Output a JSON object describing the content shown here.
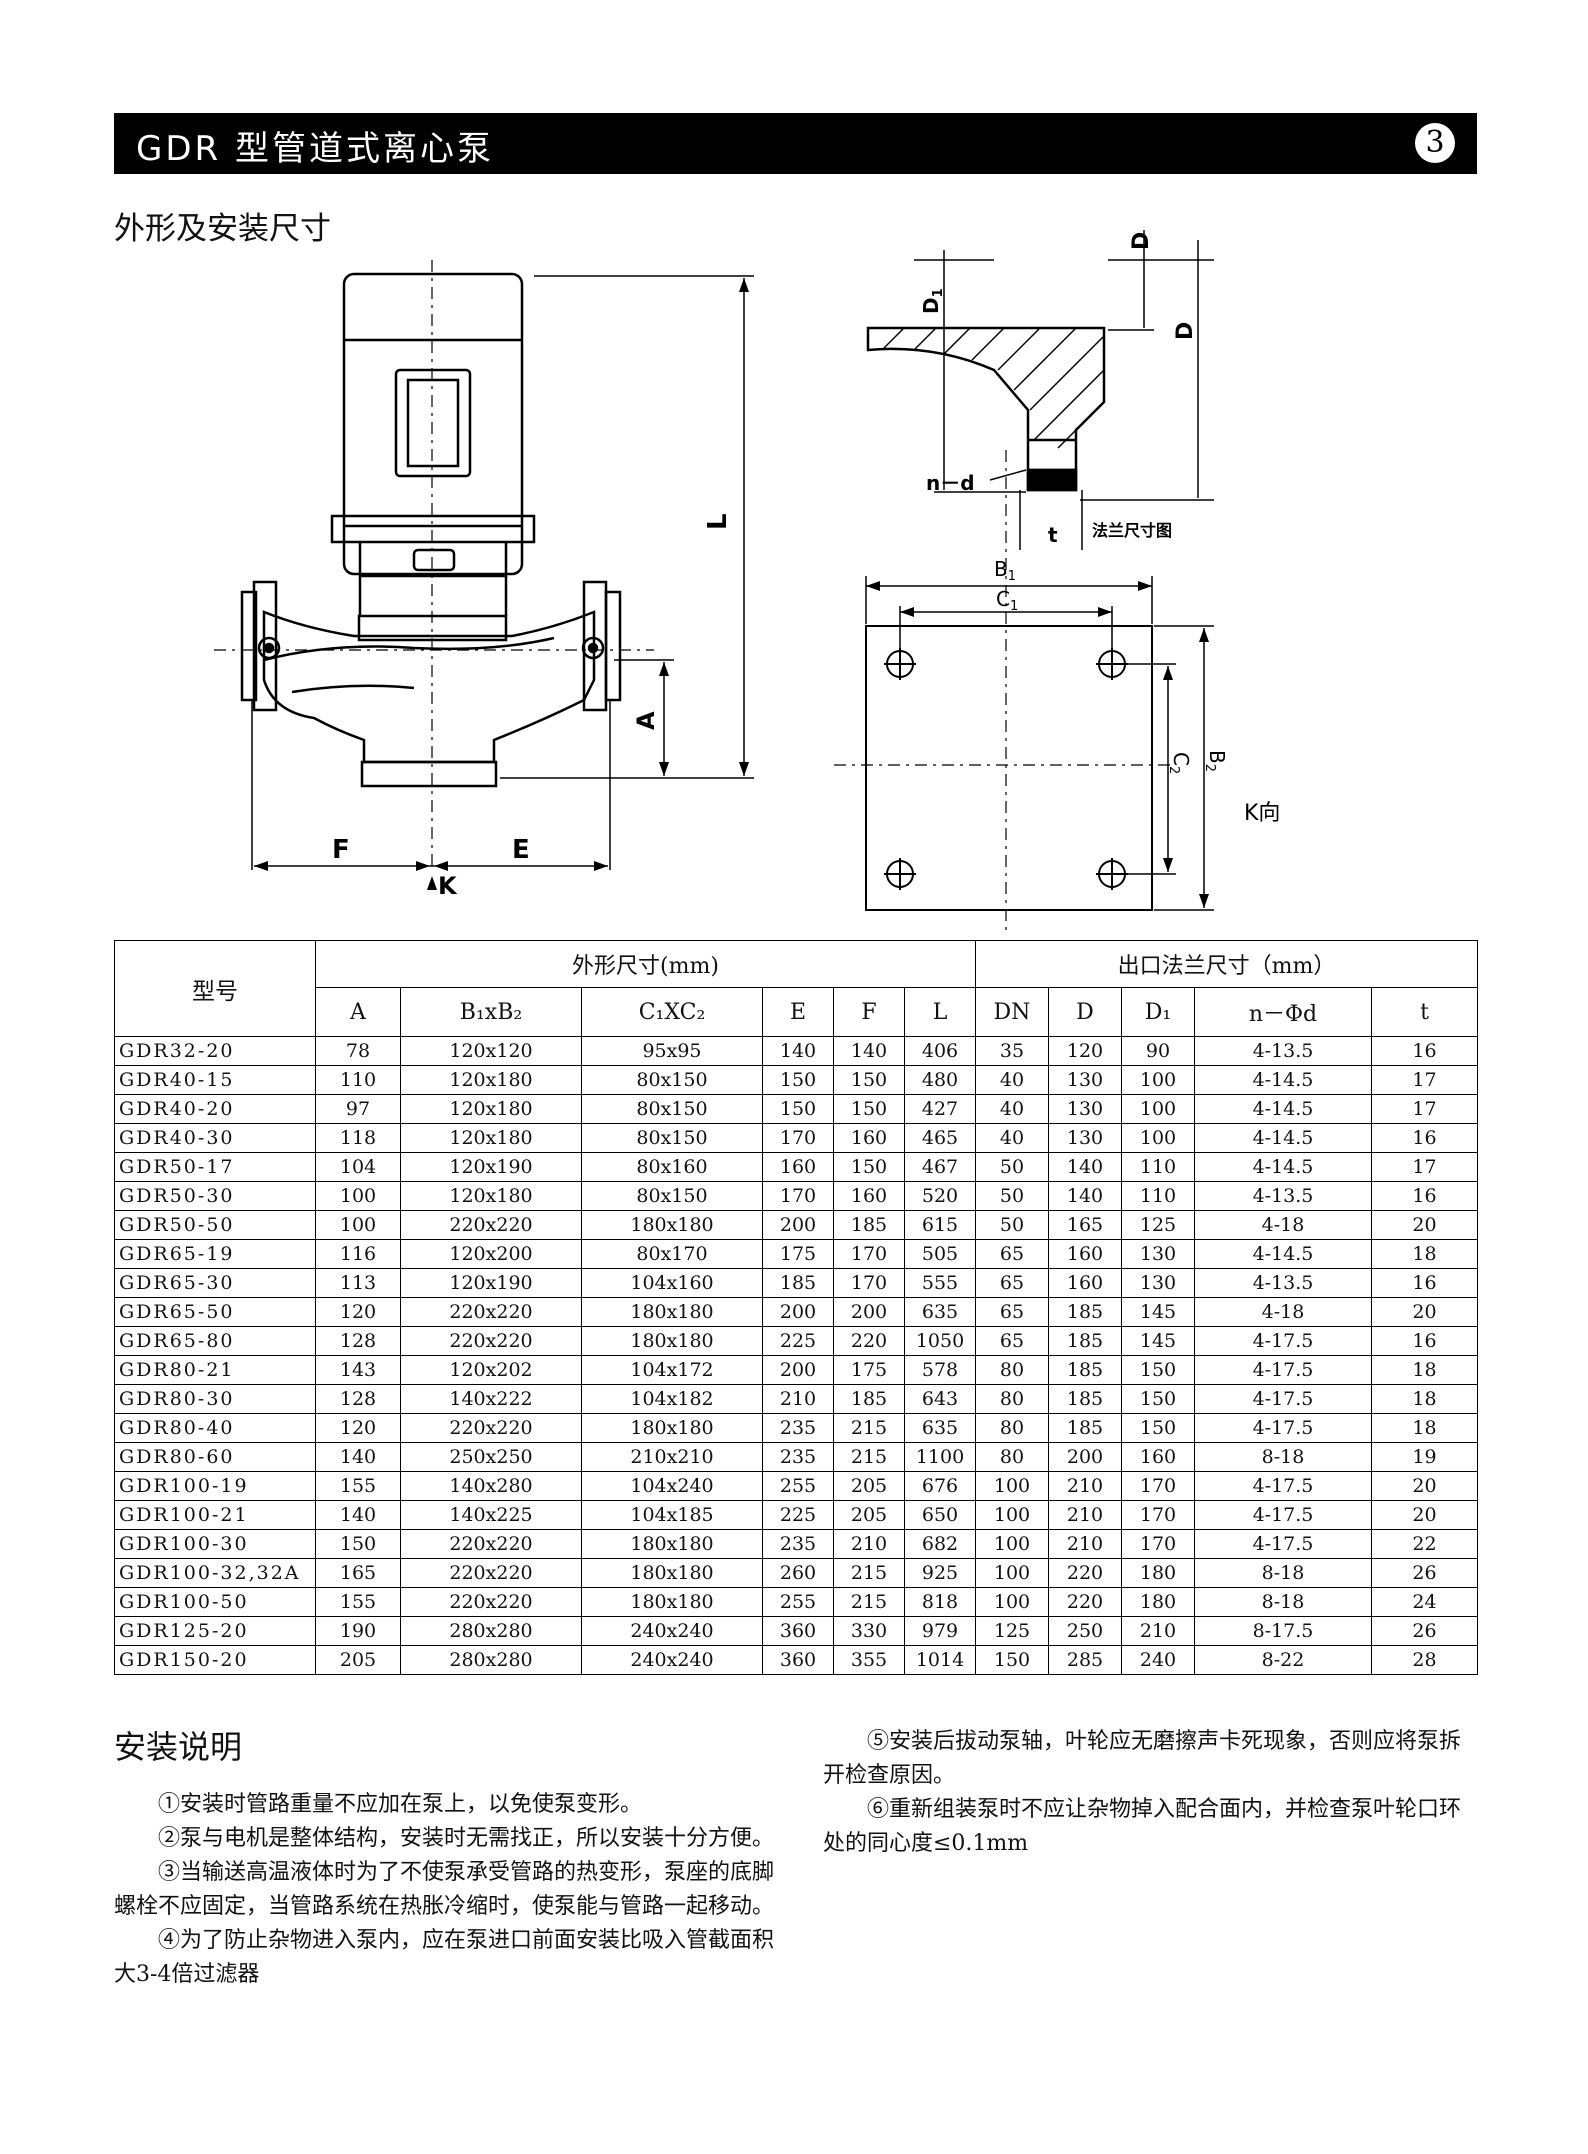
{
  "header": {
    "title": "GDR 型管道式离心泵",
    "page_number": "3"
  },
  "section_title": "外形及安装尺寸",
  "drawing_labels": {
    "L": "L",
    "A": "A",
    "F": "F",
    "E": "E",
    "K": "K",
    "DN": "DN",
    "D": "D",
    "D1": "D",
    "D1_sub": "1",
    "nd": "n－d",
    "t": "t",
    "flange_caption": "法兰尺寸图",
    "B1": "B",
    "B1_sub": "1",
    "C1": "C",
    "C1_sub": "1",
    "C2": "C",
    "C2_sub": "2",
    "B2": "B",
    "B2_sub": "2",
    "k_view": "K向"
  },
  "table": {
    "model_header": "型号",
    "group1_header": "外形尺寸(mm)",
    "group2_header": "出口法兰尺寸（mm）",
    "columns": [
      "A",
      "B₁xB₂",
      "C₁XC₂",
      "E",
      "F",
      "L",
      "DN",
      "D",
      "D₁",
      "n－Φd",
      "t"
    ],
    "rows": [
      [
        "GDR32-20",
        "78",
        "120x120",
        "95x95",
        "140",
        "140",
        "406",
        "35",
        "120",
        "90",
        "4-13.5",
        "16"
      ],
      [
        "GDR40-15",
        "110",
        "120x180",
        "80x150",
        "150",
        "150",
        "480",
        "40",
        "130",
        "100",
        "4-14.5",
        "17"
      ],
      [
        "GDR40-20",
        "97",
        "120x180",
        "80x150",
        "150",
        "150",
        "427",
        "40",
        "130",
        "100",
        "4-14.5",
        "17"
      ],
      [
        "GDR40-30",
        "118",
        "120x180",
        "80x150",
        "170",
        "160",
        "465",
        "40",
        "130",
        "100",
        "4-14.5",
        "16"
      ],
      [
        "GDR50-17",
        "104",
        "120x190",
        "80x160",
        "160",
        "150",
        "467",
        "50",
        "140",
        "110",
        "4-14.5",
        "17"
      ],
      [
        "GDR50-30",
        "100",
        "120x180",
        "80x150",
        "170",
        "160",
        "520",
        "50",
        "140",
        "110",
        "4-13.5",
        "16"
      ],
      [
        "GDR50-50",
        "100",
        "220x220",
        "180x180",
        "200",
        "185",
        "615",
        "50",
        "165",
        "125",
        "4-18",
        "20"
      ],
      [
        "GDR65-19",
        "116",
        "120x200",
        "80x170",
        "175",
        "170",
        "505",
        "65",
        "160",
        "130",
        "4-14.5",
        "18"
      ],
      [
        "GDR65-30",
        "113",
        "120x190",
        "104x160",
        "185",
        "170",
        "555",
        "65",
        "160",
        "130",
        "4-13.5",
        "16"
      ],
      [
        "GDR65-50",
        "120",
        "220x220",
        "180x180",
        "200",
        "200",
        "635",
        "65",
        "185",
        "145",
        "4-18",
        "20"
      ],
      [
        "GDR65-80",
        "128",
        "220x220",
        "180x180",
        "225",
        "220",
        "1050",
        "65",
        "185",
        "145",
        "4-17.5",
        "16"
      ],
      [
        "GDR80-21",
        "143",
        "120x202",
        "104x172",
        "200",
        "175",
        "578",
        "80",
        "185",
        "150",
        "4-17.5",
        "18"
      ],
      [
        "GDR80-30",
        "128",
        "140x222",
        "104x182",
        "210",
        "185",
        "643",
        "80",
        "185",
        "150",
        "4-17.5",
        "18"
      ],
      [
        "GDR80-40",
        "120",
        "220x220",
        "180x180",
        "235",
        "215",
        "635",
        "80",
        "185",
        "150",
        "4-17.5",
        "18"
      ],
      [
        "GDR80-60",
        "140",
        "250x250",
        "210x210",
        "235",
        "215",
        "1100",
        "80",
        "200",
        "160",
        "8-18",
        "19"
      ],
      [
        "GDR100-19",
        "155",
        "140x280",
        "104x240",
        "255",
        "205",
        "676",
        "100",
        "210",
        "170",
        "4-17.5",
        "20"
      ],
      [
        "GDR100-21",
        "140",
        "140x225",
        "104x185",
        "225",
        "205",
        "650",
        "100",
        "210",
        "170",
        "4-17.5",
        "20"
      ],
      [
        "GDR100-30",
        "150",
        "220x220",
        "180x180",
        "235",
        "210",
        "682",
        "100",
        "210",
        "170",
        "4-17.5",
        "22"
      ],
      [
        "GDR100-32,32A",
        "165",
        "220x220",
        "180x180",
        "260",
        "215",
        "925",
        "100",
        "220",
        "180",
        "8-18",
        "26"
      ],
      [
        "GDR100-50",
        "155",
        "220x220",
        "180x180",
        "255",
        "215",
        "818",
        "100",
        "220",
        "180",
        "8-18",
        "24"
      ],
      [
        "GDR125-20",
        "190",
        "280x280",
        "240x240",
        "360",
        "330",
        "979",
        "125",
        "250",
        "210",
        "8-17.5",
        "26"
      ],
      [
        "GDR150-20",
        "205",
        "280x280",
        "240x240",
        "360",
        "355",
        "1014",
        "150",
        "285",
        "240",
        "8-22",
        "28"
      ]
    ]
  },
  "notes": {
    "title": "安装说明",
    "left": [
      "①安装时管路重量不应加在泵上，以免使泵变形。",
      "②泵与电机是整体结构，安装时无需找正，所以安装十分方便。",
      "③当输送高温液体时为了不使泵承受管路的热变形，泵座的底脚螺栓不应固定，当管路系统在热胀冷缩时，使泵能与管路一起移动。",
      "④为了防止杂物进入泵内，应在泵进口前面安装比吸入管截面积大3-4倍过滤器"
    ],
    "right": [
      "⑤安装后拔动泵轴，叶轮应无磨擦声卡死现象，否则应将泵拆开检查原因。",
      "⑥重新组装泵时不应让杂物掉入配合面内，并检查泵叶轮口环处的同心度≤0.1mm"
    ]
  }
}
